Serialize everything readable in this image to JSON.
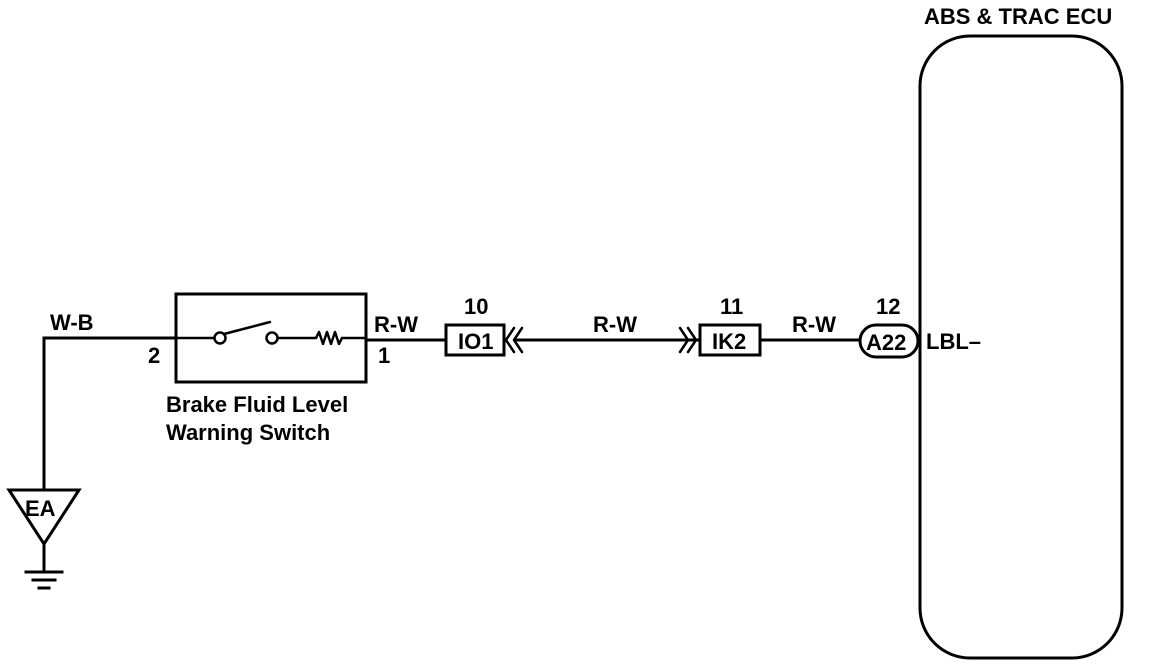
{
  "ecu": {
    "title": "ABS & TRAC ECU",
    "pin_label": "LBL–"
  },
  "switch": {
    "name_line1": "Brake Fluid Level",
    "name_line2": "Warning Switch",
    "pin_ground": "2",
    "pin_signal": "1"
  },
  "wires": {
    "ground_color": "W-B",
    "segment1_color": "R-W",
    "segment2_color": "R-W",
    "segment3_color": "R-W"
  },
  "connectors": {
    "io1": {
      "name": "IO1",
      "pin": "10"
    },
    "ik2": {
      "name": "IK2",
      "pin": "11"
    },
    "a22": {
      "name": "A22",
      "pin": "12"
    }
  },
  "ground": {
    "label": "EA"
  },
  "colors": {
    "ink": "#000000",
    "paper": "#ffffff"
  }
}
